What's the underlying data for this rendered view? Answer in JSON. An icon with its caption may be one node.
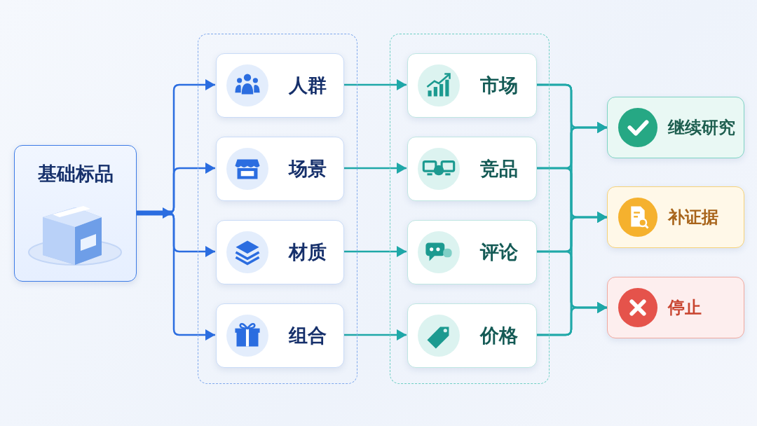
{
  "diagram": {
    "nodes": [
      {
        "text": [
          "基础标品"
        ]
      },
      {
        "text": [],
        "shape": "box"
      },
      {
        "text": [
          "人群"
        ],
        "in": 1
      },
      {
        "text": [
          "场景"
        ],
        "in": 1
      },
      {
        "text": [
          "材质"
        ],
        "in": 1
      },
      {
        "text": [
          "组合"
        ],
        "in": 1
      },
      {
        "text": [],
        "shape": "box"
      },
      {
        "text": [
          "市场"
        ],
        "in": 6
      },
      {
        "text": [
          "竞品"
        ],
        "in": 6
      },
      {
        "text": [
          "评论"
        ],
        "in": 6
      },
      {
        "text": [
          "价格"
        ],
        "in": 6
      },
      {
        "text": [
          "继续研究"
        ]
      },
      {
        "text": [
          "补证据"
        ]
      },
      {
        "text": [
          "停止"
        ]
      }
    ],
    "edges": [
      {
        "from": 0,
        "to": 2,
        "arrow": "to",
        "color": "#2b6de0"
      },
      {
        "from": 0,
        "to": 3,
        "arrow": "to",
        "color": "#2b6de0"
      },
      {
        "from": 0,
        "to": 4,
        "arrow": "to",
        "color": "#2b6de0"
      },
      {
        "from": 0,
        "to": 5,
        "arrow": "to",
        "color": "#2b6de0"
      },
      {
        "from": 2,
        "to": 7,
        "arrow": "to"
      },
      {
        "from": 3,
        "to": 8,
        "arrow": "to"
      },
      {
        "from": 4,
        "to": 9,
        "arrow": "to"
      },
      {
        "from": 5,
        "to": 10,
        "arrow": "to"
      },
      {
        "from": 7,
        "to": 11,
        "arrow": "to"
      },
      {
        "from": 7,
        "to": 12,
        "arrow": "to"
      },
      {
        "from": 7,
        "to": 13,
        "arrow": "to"
      },
      {
        "from": 8,
        "to": 11,
        "arrow": "to"
      },
      {
        "from": 8,
        "to": 12,
        "arrow": "to"
      },
      {
        "from": 8,
        "to": 13,
        "arrow": "to"
      },
      {
        "from": 9,
        "to": 11,
        "arrow": "to"
      },
      {
        "from": 9,
        "to": 12,
        "arrow": "to"
      },
      {
        "from": 9,
        "to": 13,
        "arrow": "to"
      },
      {
        "from": 10,
        "to": 11,
        "arrow": "to"
      },
      {
        "from": 10,
        "to": 12,
        "arrow": "to"
      },
      {
        "from": 10,
        "to": 13,
        "arrow": "to"
      }
    ]
  }
}
